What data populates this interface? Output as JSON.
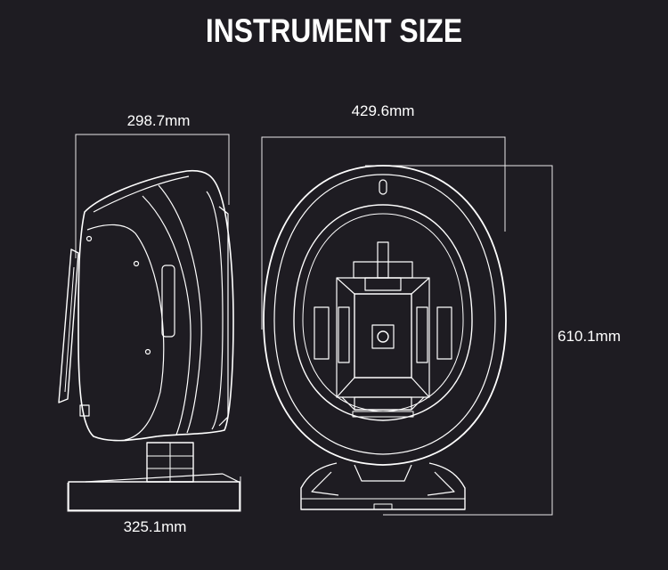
{
  "title": "INSTRUMENT SIZE",
  "dimensions": {
    "side_width": "298.7mm",
    "front_width": "429.6mm",
    "height": "610.1mm",
    "base_width": "325.1mm"
  },
  "colors": {
    "background": "#1e1c22",
    "line": "#ffffff"
  }
}
